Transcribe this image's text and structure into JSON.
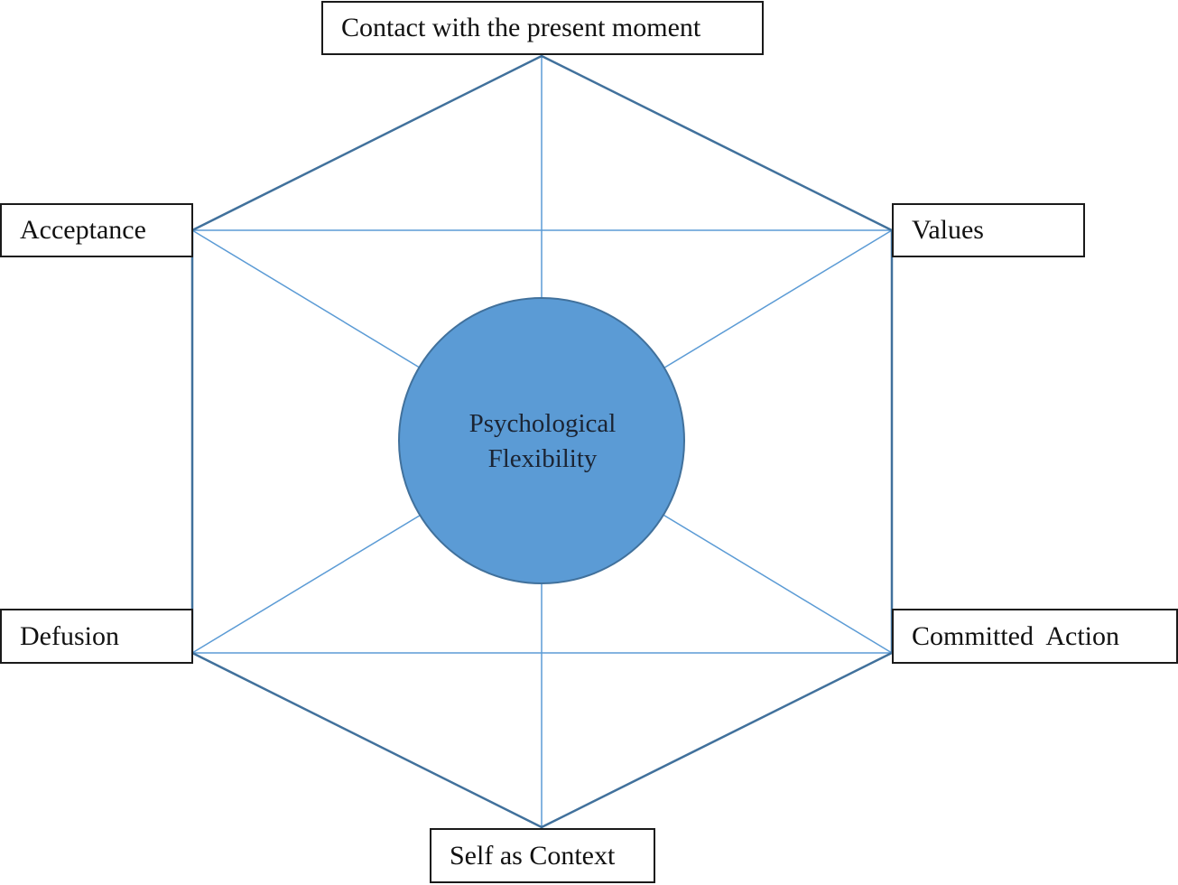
{
  "diagram": {
    "colors": {
      "outline": "#41719c",
      "spoke": "#5b9bd5",
      "circle_fill": "#5b9bd5",
      "circle_stroke": "#41719c",
      "box_border": "#1a1a1a"
    },
    "center": {
      "line1": "Psychological",
      "line2": "Flexibility"
    },
    "nodes": {
      "top": "Contact with the present moment",
      "upper_left": "Acceptance",
      "upper_right": "Values",
      "lower_left": "Defusion",
      "lower_right": "Committed  Action",
      "bottom": "Self as Context"
    }
  }
}
